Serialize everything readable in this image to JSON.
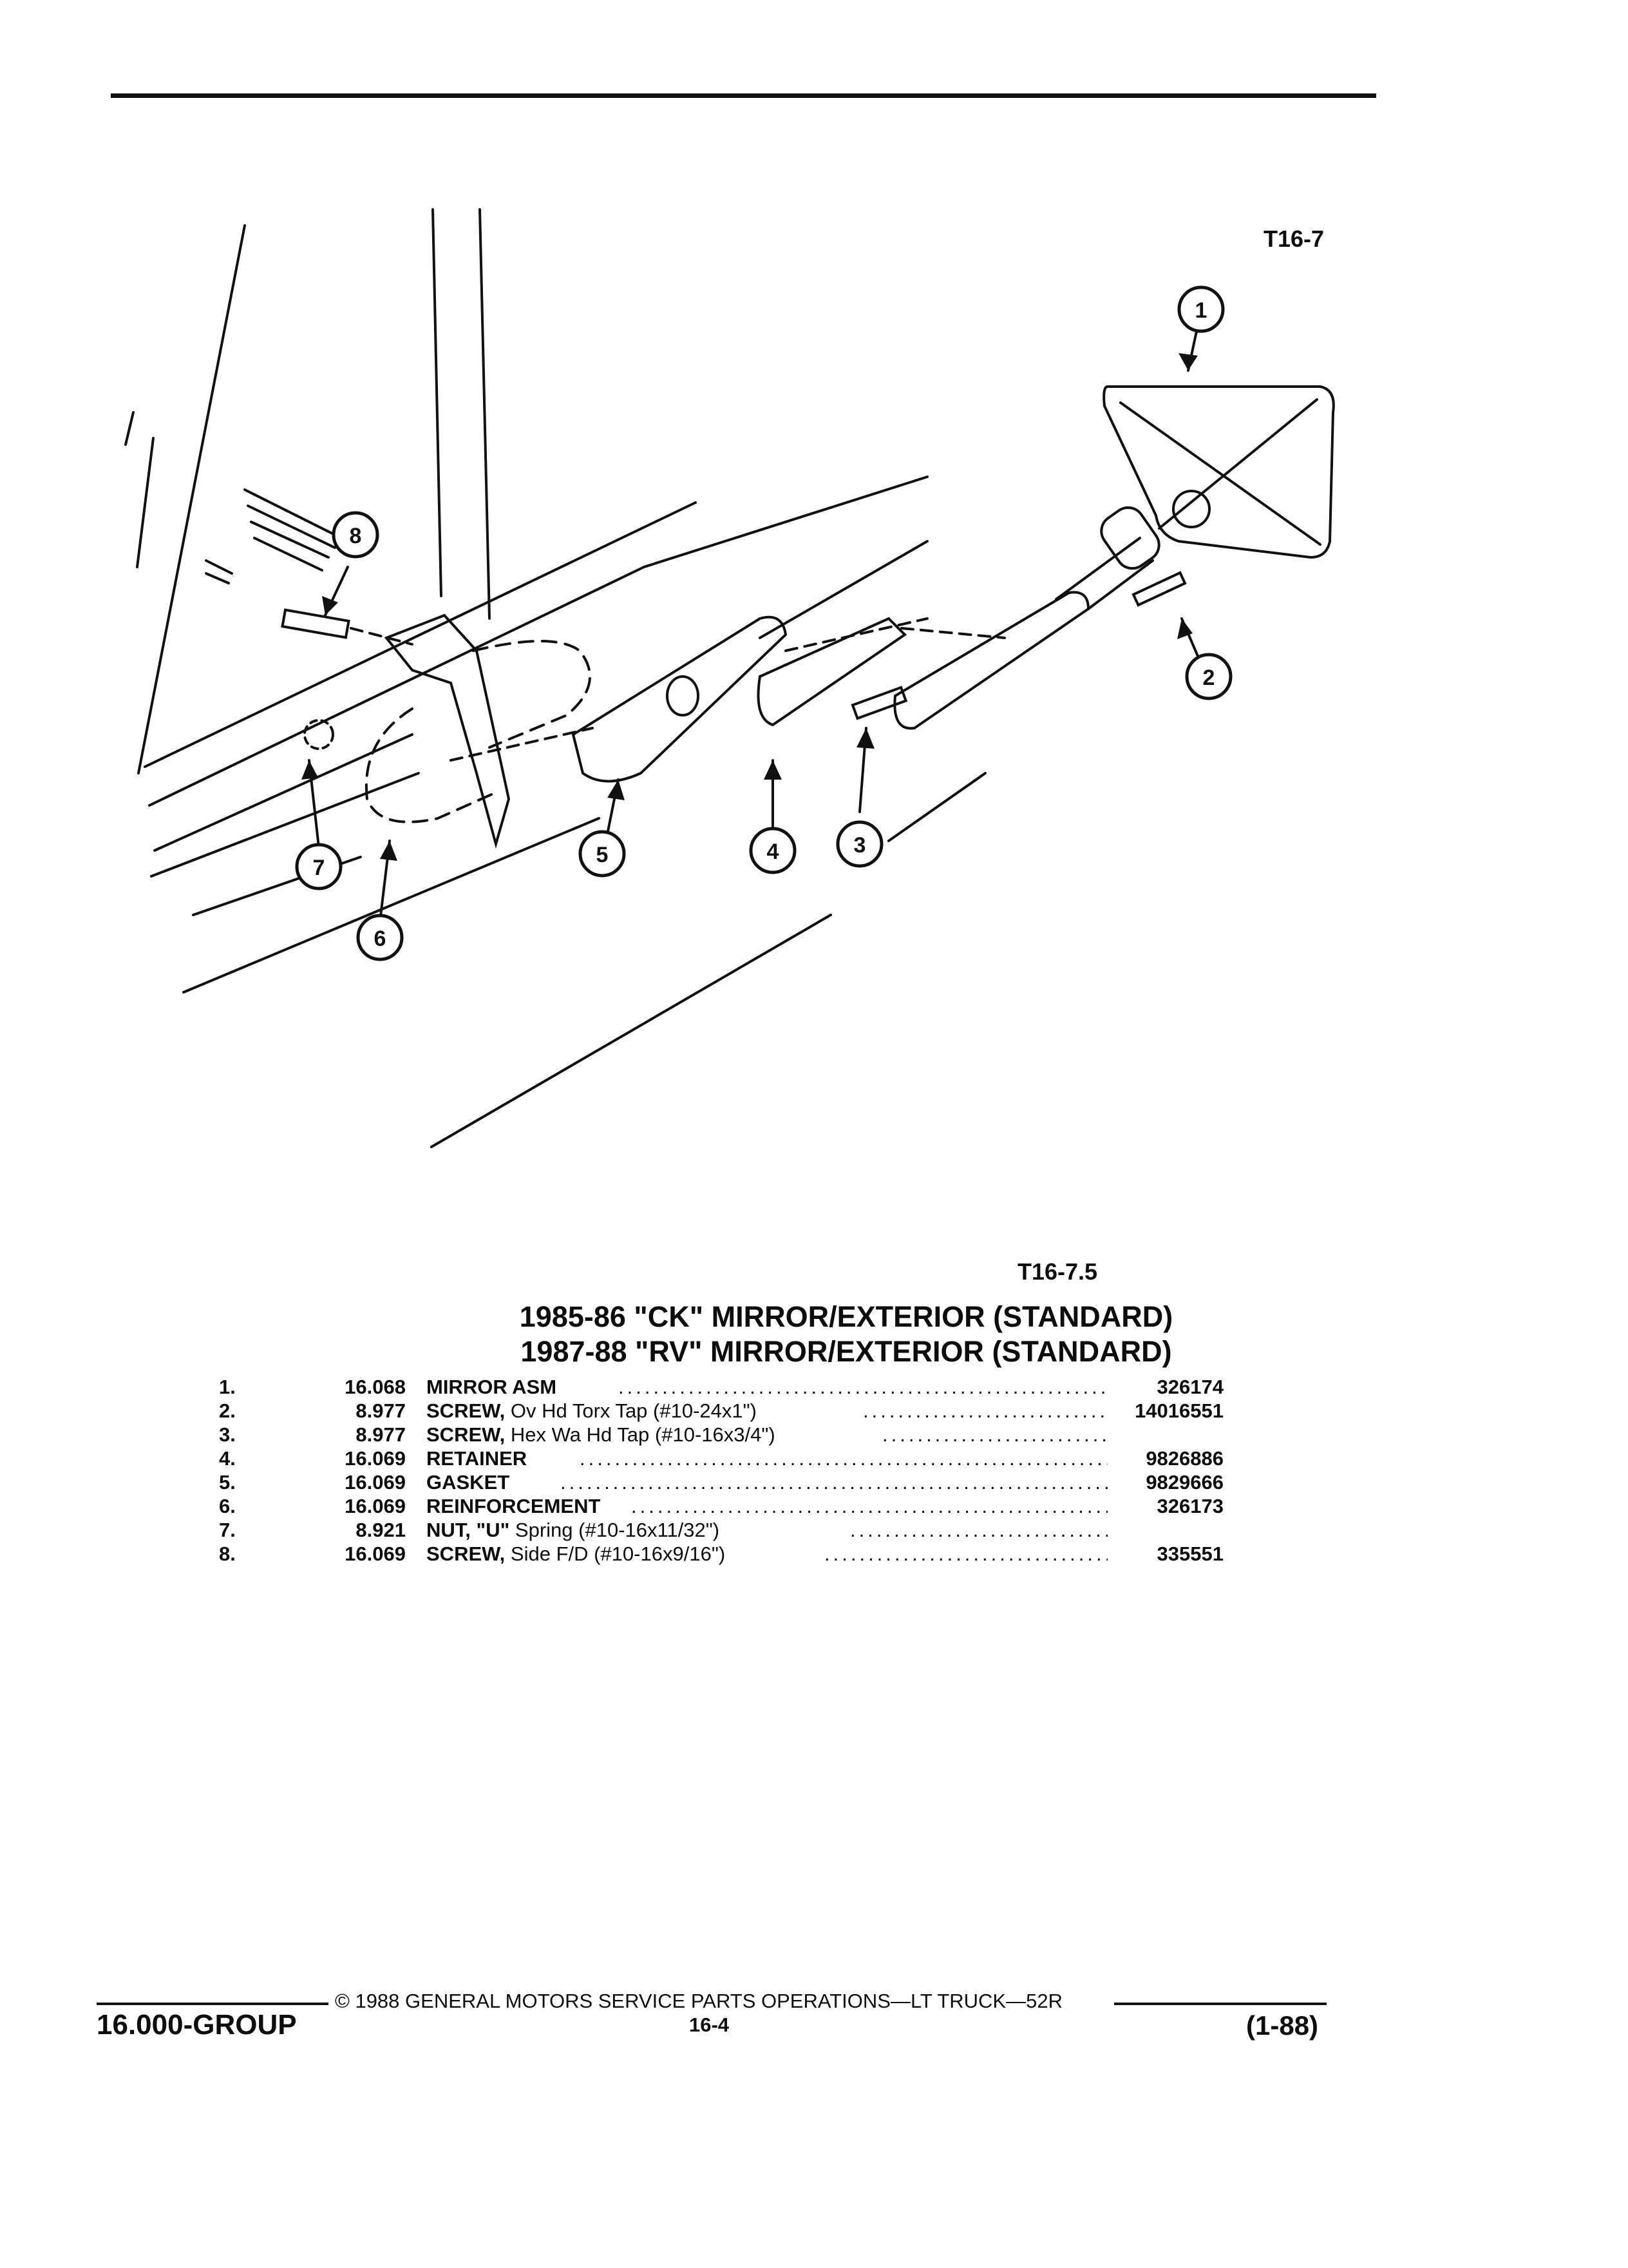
{
  "figure_id_top": "T16-7",
  "figure_id_bottom": "T16-7.5",
  "titles": [
    "1985-86 \"CK\" MIRROR/EXTERIOR (STANDARD)",
    "1987-88 \"RV\" MIRROR/EXTERIOR (STANDARD)"
  ],
  "callouts": [
    "1",
    "2",
    "3",
    "4",
    "5",
    "6",
    "7",
    "8"
  ],
  "parts": [
    {
      "no": "1.",
      "group": "16.068",
      "name": "MIRROR ASM",
      "spec": "",
      "part": "326174"
    },
    {
      "no": "2.",
      "group": "8.977",
      "name": "SCREW,",
      "spec": "Ov Hd Torx Tap (#10-24x1\")",
      "part": "14016551"
    },
    {
      "no": "3.",
      "group": "8.977",
      "name": "SCREW,",
      "spec": "Hex Wa Hd Tap (#10-16x3/4\")",
      "part": ""
    },
    {
      "no": "4.",
      "group": "16.069",
      "name": "RETAINER",
      "spec": "",
      "part": "9826886"
    },
    {
      "no": "5.",
      "group": "16.069",
      "name": "GASKET",
      "spec": "",
      "part": "9829666"
    },
    {
      "no": "6.",
      "group": "16.069",
      "name": "REINFORCEMENT",
      "spec": "",
      "part": "326173"
    },
    {
      "no": "7.",
      "group": "8.921",
      "name": "NUT, \"U\"",
      "spec": "Spring (#10-16x11/32\")",
      "part": ""
    },
    {
      "no": "8.",
      "group": "16.069",
      "name": "SCREW,",
      "spec": "Side F/D (#10-16x9/16\")",
      "part": "335551"
    }
  ],
  "footer": {
    "copyright": "© 1988 GENERAL MOTORS SERVICE PARTS OPERATIONS—LT TRUCK—52R",
    "group": "16.000-GROUP",
    "page": "16-4",
    "date": "(1-88)"
  }
}
